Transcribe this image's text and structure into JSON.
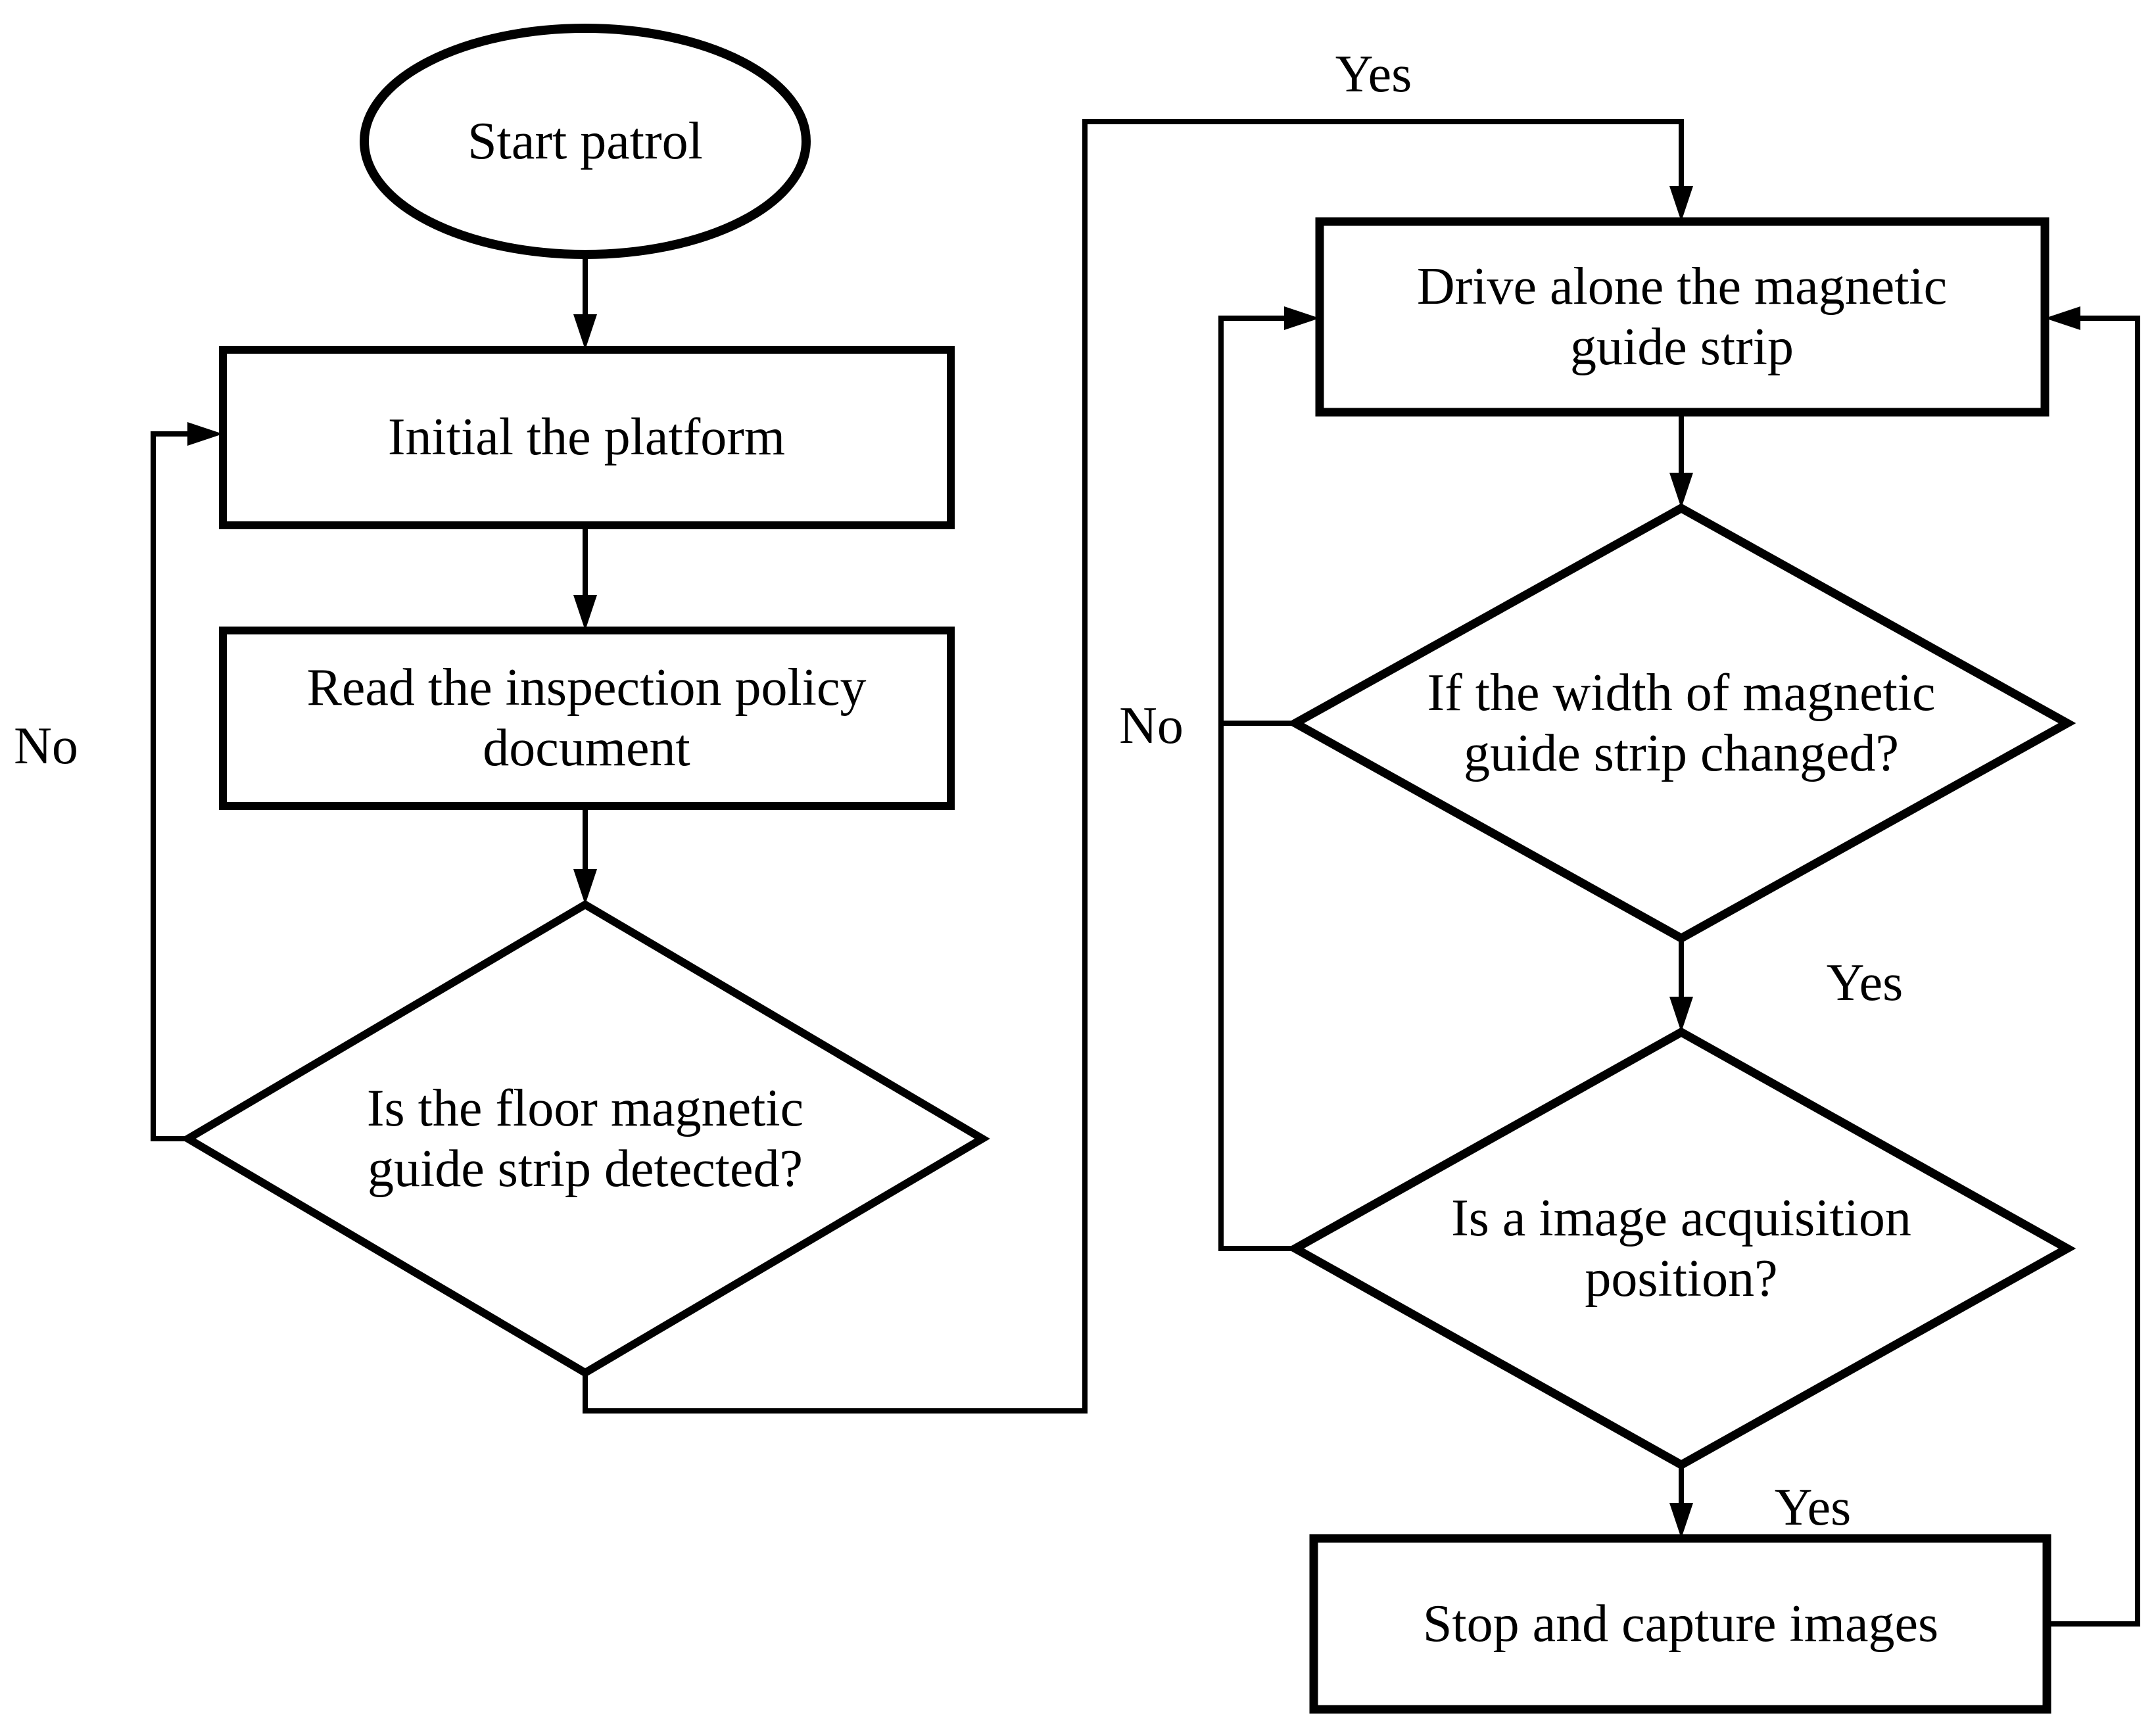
{
  "flowchart": {
    "nodes": {
      "start": {
        "type": "terminator",
        "label": "Start patrol"
      },
      "init": {
        "type": "process",
        "label": "Initial the platform"
      },
      "read": {
        "type": "process",
        "label": "Read the inspection policy document"
      },
      "detect": {
        "type": "decision",
        "label": "Is the floor magnetic guide strip detected?"
      },
      "drive": {
        "type": "process",
        "label": "Drive alone the magnetic guide strip"
      },
      "width": {
        "type": "decision",
        "label": "If the width of magnetic guide strip changed?"
      },
      "position": {
        "type": "decision",
        "label": "Is a image acquisition position?"
      },
      "stop": {
        "type": "process",
        "label": "Stop and capture images"
      }
    },
    "edge_labels": {
      "detect_no": "No",
      "detect_yes": "Yes",
      "width_no": "No",
      "width_yes": "Yes",
      "position_yes": "Yes"
    },
    "colors": {
      "stroke": "#000000",
      "text": "#000000",
      "background": "#ffffff"
    }
  }
}
